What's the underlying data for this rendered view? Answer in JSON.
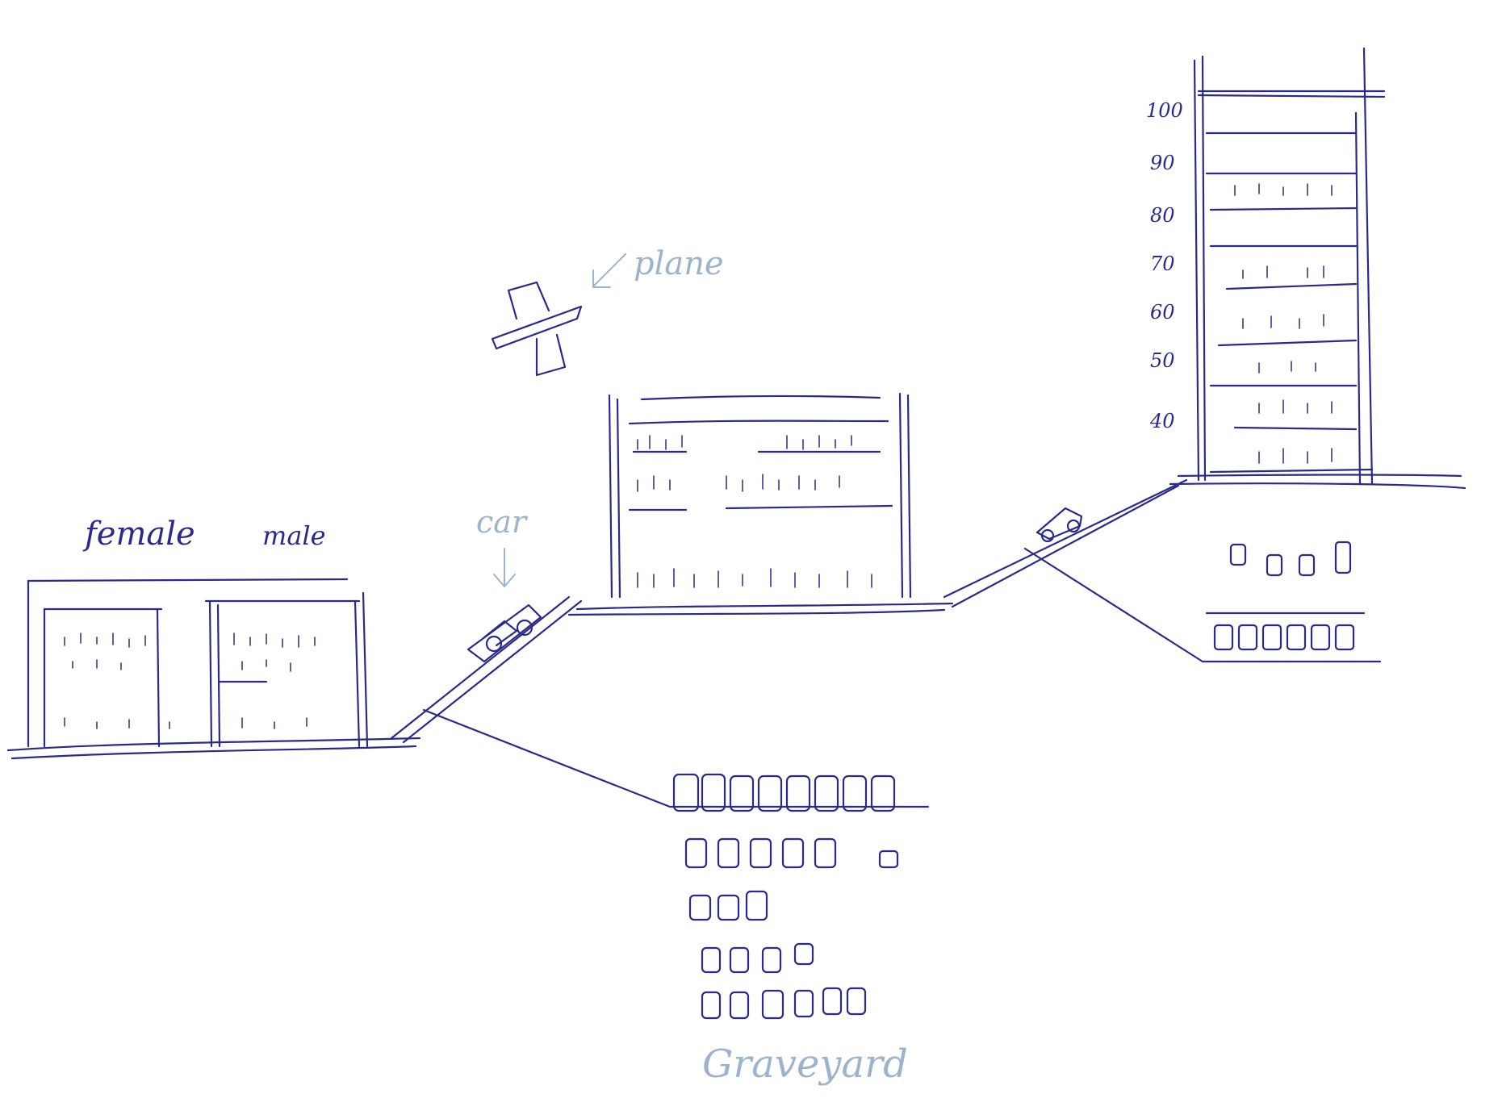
{
  "labels": {
    "female": "female",
    "male": "male",
    "car": "car",
    "plane": "plane",
    "graveyard": "Graveyard"
  },
  "floor_scale": [
    "100",
    "90",
    "80",
    "70",
    "60",
    "50",
    "40"
  ],
  "colors": {
    "ink": "#2a2a8a",
    "annotation": "#9db3cc",
    "background": "#ffffff"
  }
}
